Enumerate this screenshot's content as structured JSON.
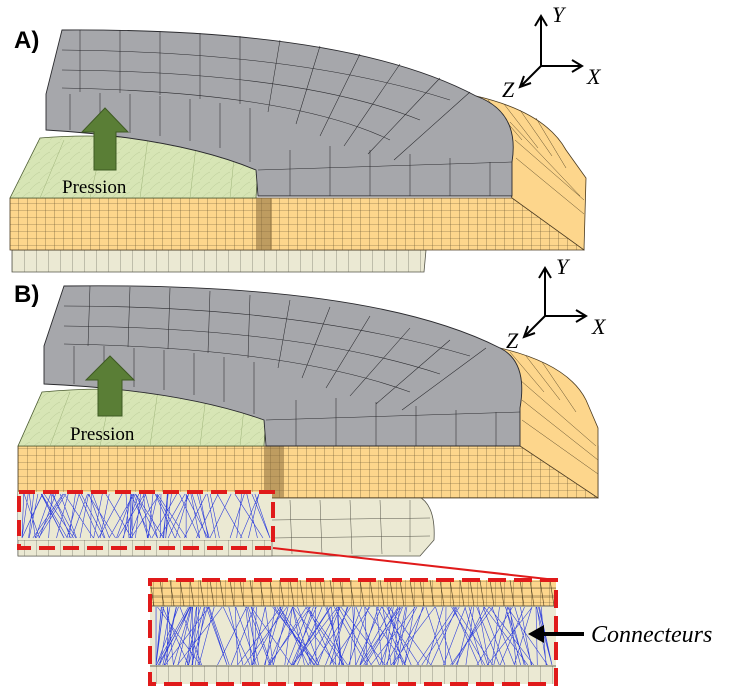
{
  "panel_a": {
    "label": "A)",
    "pressure_label": "Pression",
    "axes": {
      "y": "Y",
      "x": "X",
      "z": "Z"
    }
  },
  "panel_b": {
    "label": "B)",
    "pressure_label": "Pression",
    "axes": {
      "y": "Y",
      "x": "X",
      "z": "Z"
    }
  },
  "inset": {
    "callout_label": "Connecteurs"
  },
  "colors": {
    "steel_gray": "#a6a7ab",
    "orange_layer": "#fdd68c",
    "green_face": "#d7e5b5",
    "cream_base": "#ebe9d3",
    "arrow_green": "#5a7e36",
    "connector_blue": "#2f3fdc",
    "highlight_red": "#e01a1a"
  }
}
